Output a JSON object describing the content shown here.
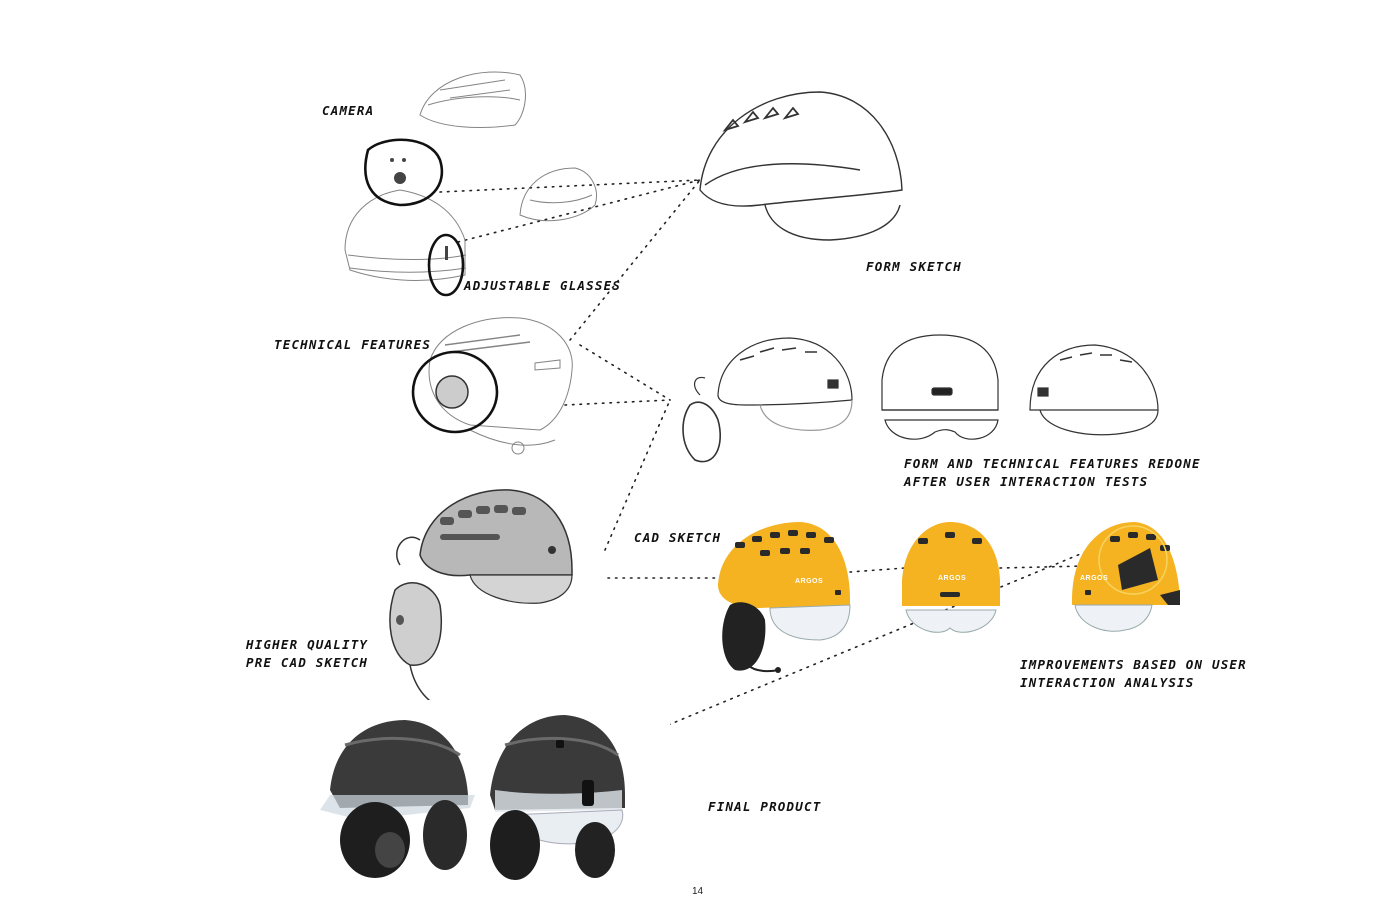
{
  "labels": {
    "camera": "CAMERA",
    "adjustable_glasses": "ADJUSTABLE GLASSES",
    "form_sketch": "FORM SKETCH",
    "technical_features": "TECHNICAL FEATURES",
    "form_redone_line1": "FORM AND TECHNICAL FEATURES REDONE",
    "form_redone_line2": "AFTER USER INTERACTION TESTS",
    "cad_sketch": "CAD SKETCH",
    "higher_quality_line1": "HIGHER QUALITY",
    "higher_quality_line2": "PRE CAD SKETCH",
    "improvements_line1": "IMPROVEMENTS BASED ON USER",
    "improvements_line2": "INTERACTION ANALYSIS",
    "final_product": "FINAL PRODUCT"
  },
  "brand_mark": "ARGOS",
  "page_number": "14",
  "colors": {
    "helmet_yellow": "#f5b221",
    "helmet_grey": "#b8b8b8",
    "final_black": "#3a3a3a",
    "sketch_line": "#555555",
    "ink": "#111111"
  }
}
